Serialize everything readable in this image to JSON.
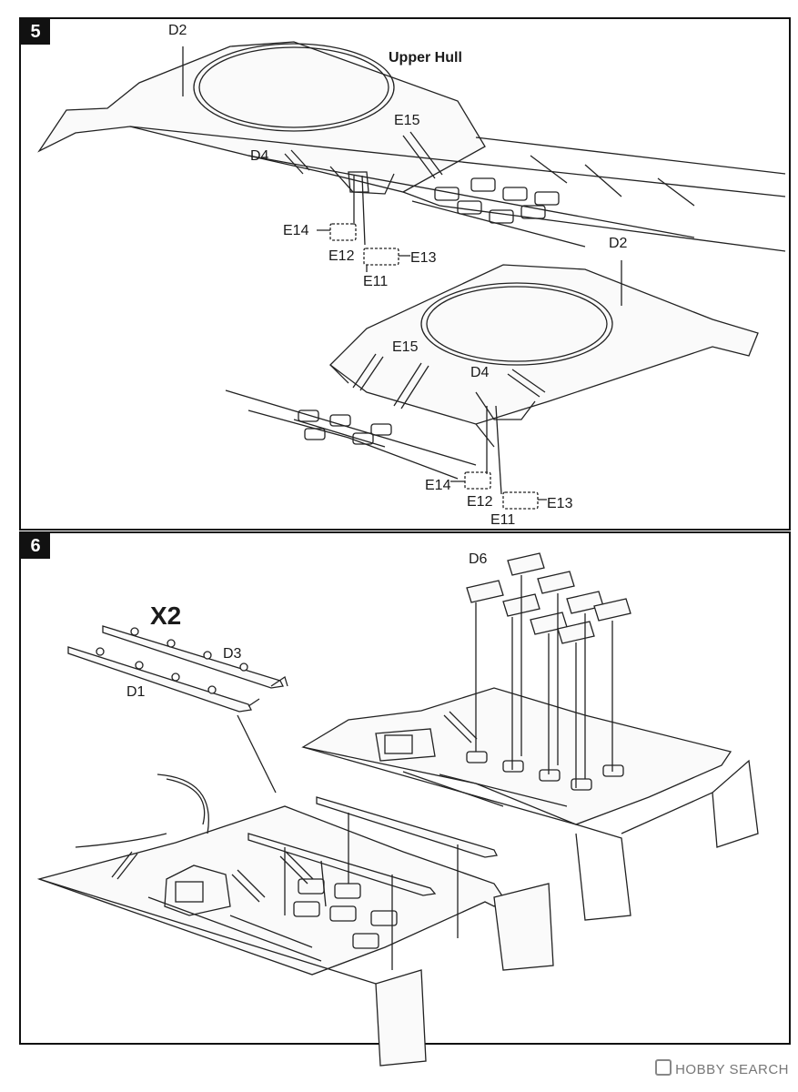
{
  "steps": [
    {
      "number": "5",
      "title": "Upper Hull",
      "labels": {
        "d2_a": "D2",
        "d4_a": "D4",
        "e15_a": "E15",
        "e14_a": "E14",
        "e12_a": "E12",
        "e13_a": "E13",
        "e11_a": "E11",
        "d2_b": "D2",
        "e15_b": "E15",
        "d4_b": "D4",
        "e14_b": "E14",
        "e12_b": "E12",
        "e13_b": "E13",
        "e11_b": "E11"
      }
    },
    {
      "number": "6",
      "multiplier": "X2",
      "labels": {
        "d3": "D3",
        "d1": "D1",
        "d6": "D6"
      }
    }
  ],
  "footer": {
    "brand": "HOBBY SEARCH"
  }
}
